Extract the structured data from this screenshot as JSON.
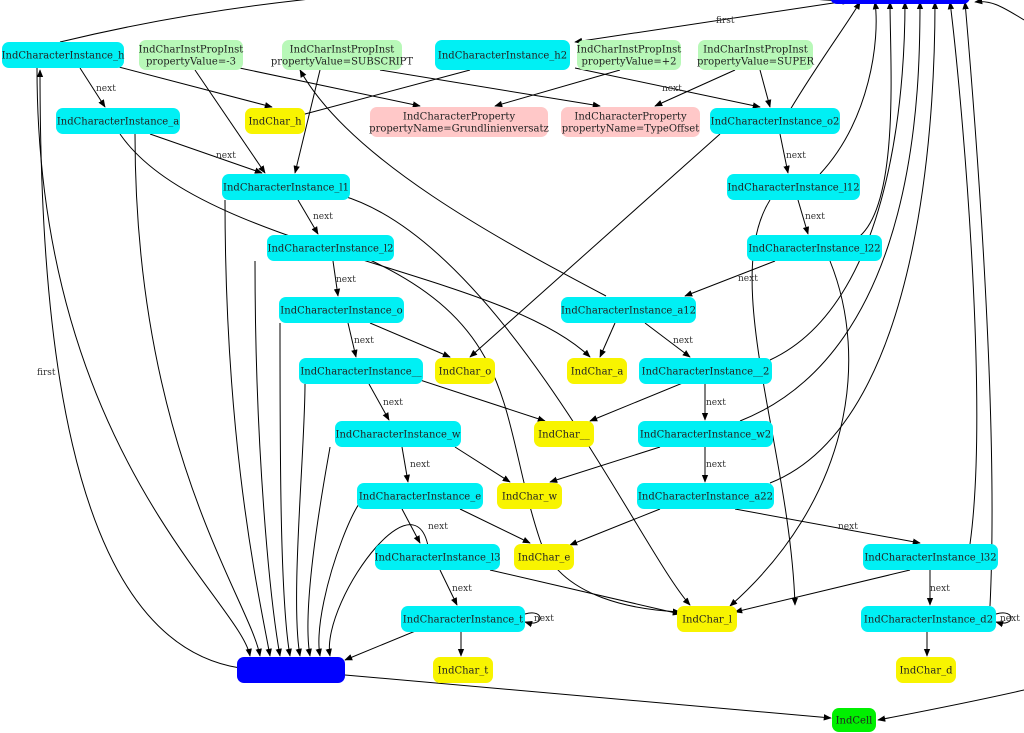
{
  "colors": {
    "instance": "#00f0f4",
    "char": "#f8f400",
    "prop": "#ffc8c8",
    "propinst": "#b8f8b8",
    "list": "#0000ff",
    "cell": "#00f000"
  },
  "nodes": {
    "h": {
      "label": [
        "IndCharacterInstance_h"
      ],
      "kind": "instance"
    },
    "a": {
      "label": [
        "IndCharacterInstance_a"
      ],
      "kind": "instance"
    },
    "l1": {
      "label": [
        "IndCharacterInstance_l1"
      ],
      "kind": "instance"
    },
    "l2": {
      "label": [
        "IndCharacterInstance_l2"
      ],
      "kind": "instance"
    },
    "o": {
      "label": [
        "IndCharacterInstance_o"
      ],
      "kind": "instance"
    },
    "us": {
      "label": [
        "IndCharacterInstance__"
      ],
      "kind": "instance"
    },
    "w": {
      "label": [
        "IndCharacterInstance_w"
      ],
      "kind": "instance"
    },
    "e": {
      "label": [
        "IndCharacterInstance_e"
      ],
      "kind": "instance"
    },
    "l3": {
      "label": [
        "IndCharacterInstance_l3"
      ],
      "kind": "instance"
    },
    "t": {
      "label": [
        "IndCharacterInstance_t"
      ],
      "kind": "instance"
    },
    "h2": {
      "label": [
        "IndCharacterInstance_h2"
      ],
      "kind": "instance"
    },
    "o2": {
      "label": [
        "IndCharacterInstance_o2"
      ],
      "kind": "instance"
    },
    "l12": {
      "label": [
        "IndCharacterInstance_l12"
      ],
      "kind": "instance"
    },
    "l22": {
      "label": [
        "IndCharacterInstance_l22"
      ],
      "kind": "instance"
    },
    "a12": {
      "label": [
        "IndCharacterInstance_a12"
      ],
      "kind": "instance"
    },
    "us2": {
      "label": [
        "IndCharacterInstance__2"
      ],
      "kind": "instance"
    },
    "w2": {
      "label": [
        "IndCharacterInstance_w2"
      ],
      "kind": "instance"
    },
    "a22": {
      "label": [
        "IndCharacterInstance_a22"
      ],
      "kind": "instance"
    },
    "l32": {
      "label": [
        "IndCharacterInstance_l32"
      ],
      "kind": "instance"
    },
    "d2": {
      "label": [
        "IndCharacterInstance_d2"
      ],
      "kind": "instance"
    },
    "ch_h": {
      "label": [
        "IndChar_h"
      ],
      "kind": "char"
    },
    "ch_o": {
      "label": [
        "IndChar_o"
      ],
      "kind": "char"
    },
    "ch_a": {
      "label": [
        "IndChar_a"
      ],
      "kind": "char"
    },
    "ch_us": {
      "label": [
        "IndChar__"
      ],
      "kind": "char"
    },
    "ch_w": {
      "label": [
        "IndChar_w"
      ],
      "kind": "char"
    },
    "ch_e": {
      "label": [
        "IndChar_e"
      ],
      "kind": "char"
    },
    "ch_l": {
      "label": [
        "IndChar_l"
      ],
      "kind": "char"
    },
    "ch_t": {
      "label": [
        "IndChar_t"
      ],
      "kind": "char"
    },
    "ch_d": {
      "label": [
        "IndChar_d"
      ],
      "kind": "char"
    },
    "pi1": {
      "label": [
        "IndCharInstPropInst",
        "propertyValue=-3"
      ],
      "kind": "propinst"
    },
    "pi2": {
      "label": [
        "IndCharInstPropInst",
        "propertyValue=SUBSCRIPT"
      ],
      "kind": "propinst"
    },
    "pi3": {
      "label": [
        "IndCharInstPropInst",
        "propertyValue=+2"
      ],
      "kind": "propinst"
    },
    "pi4": {
      "label": [
        "IndCharInstPropInst",
        "propertyValue=SUPER"
      ],
      "kind": "propinst"
    },
    "pr1": {
      "label": [
        "IndCharacterProperty",
        "propertyName=Grundlinienversatz"
      ],
      "kind": "prop"
    },
    "pr2": {
      "label": [
        "IndCharacterProperty",
        "propertyName=TypeOffset"
      ],
      "kind": "prop"
    },
    "list1": {
      "label": [
        ""
      ],
      "kind": "list"
    },
    "list2": {
      "label": [
        ""
      ],
      "kind": "list"
    },
    "cell": {
      "label": [
        "IndCell"
      ],
      "kind": "cell"
    }
  },
  "edge_labels": {
    "next": "next",
    "first": "first"
  }
}
